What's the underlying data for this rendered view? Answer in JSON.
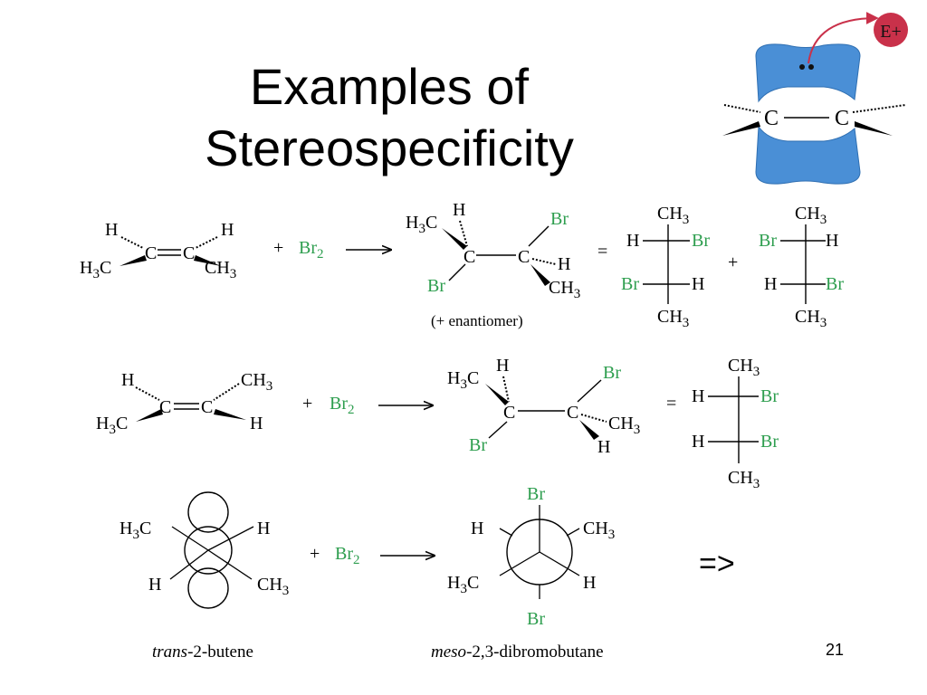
{
  "slide": {
    "title_line1": "Examples of",
    "title_line2": "Stereospecificity",
    "nav_arrow": "=>",
    "page_number": "21"
  },
  "orbital_inset": {
    "electrophile": "E+",
    "carbon_left": "C",
    "carbon_right": "C",
    "icon": "pi-orbital-electron-cloud-icon",
    "cloud_color": "#4a8fd6",
    "electrophile_color": "#c9314a"
  },
  "reactions": {
    "reagent_plus": "+",
    "reagent": "Br2",
    "equals": "=",
    "enantiomer_note": "(+ enantiomer)",
    "row3_left_caption_italic": "trans",
    "row3_left_caption_rest": "-2-butene",
    "row3_right_caption_italic": "meso",
    "row3_right_caption_rest": "-2,3-dibromobutane",
    "bromine_color": "#2e9e4f"
  }
}
